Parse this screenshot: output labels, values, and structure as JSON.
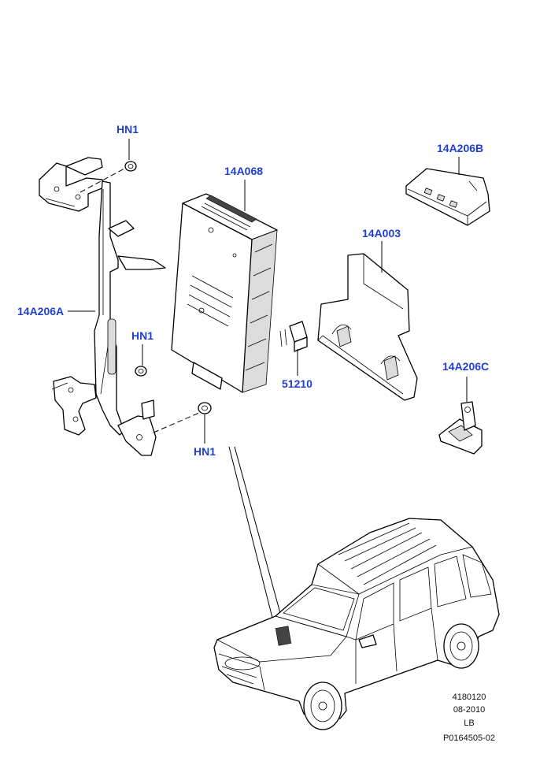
{
  "callouts": {
    "hn1_top": "HN1",
    "hn1_mid": "HN1",
    "hn1_bottom": "HN1",
    "ecu": "14A068",
    "bracket_main": "14A206A",
    "bracket_b": "14A206B",
    "bracket_c": "14A206C",
    "cover": "14A003",
    "relay": "51210"
  },
  "reference": {
    "line1": "4180120",
    "line2": "08-2010",
    "line3": "LB",
    "line4": "P0164505-02"
  },
  "colors": {
    "callout_text": "#1f3fd0",
    "line": "#000000",
    "background": "#ffffff"
  }
}
